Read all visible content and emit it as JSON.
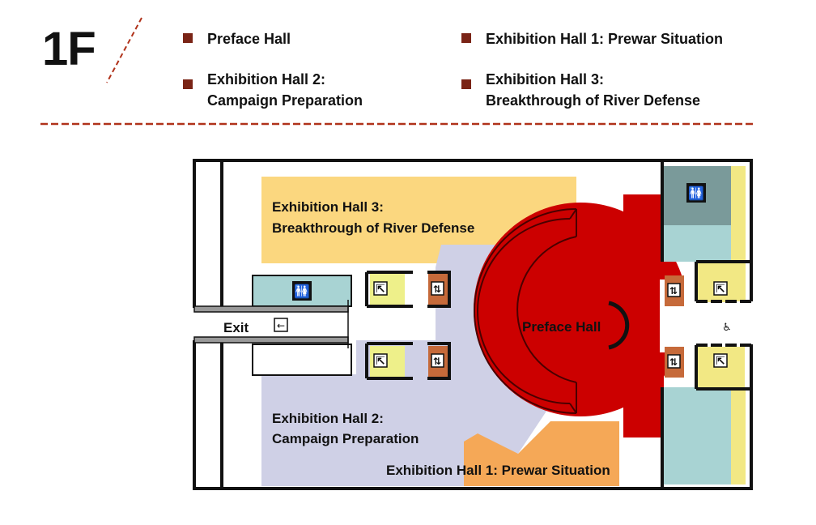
{
  "floor": "1F",
  "legend": [
    {
      "line1": "Preface Hall",
      "line2": ""
    },
    {
      "line1": "Exhibition Hall 1: Prewar Situation",
      "line2": ""
    },
    {
      "line1": "Exhibition Hall 2:",
      "line2": "Campaign Preparation"
    },
    {
      "line1": "Exhibition Hall 3:",
      "line2": "Breakthrough of River Defense"
    }
  ],
  "map": {
    "hall3_line1": "Exhibition Hall 3:",
    "hall3_line2": "Breakthrough of River Defense",
    "hall2_line1": "Exhibition Hall 2:",
    "hall2_line2": "Campaign Preparation",
    "hall1": "Exhibition Hall 1: Prewar Situation",
    "preface": "Preface Hall",
    "exit": "Exit"
  },
  "colors": {
    "accent_bullet": "#7a2416",
    "divider": "#b0321a",
    "preface_hall": "#cc0000",
    "hall1": "#f5a857",
    "hall2": "#cfd0e6",
    "hall3": "#fbd77f",
    "restroom": "#a8d3d3",
    "stair": "#eef08a",
    "elevator": "#c66a3a",
    "service_yellow": "#f2e884"
  },
  "icons": [
    "restroom-icon",
    "emergency-exit-icon",
    "elevator-icon",
    "wheelchair-icon",
    "exit-arrow-icon"
  ]
}
